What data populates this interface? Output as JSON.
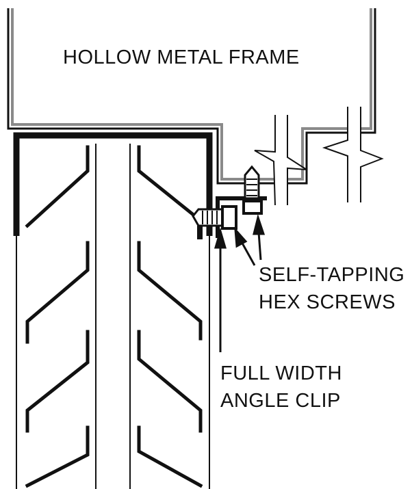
{
  "labels": {
    "frame": "HOLLOW METAL FRAME",
    "screws_line1": "SELF-TAPPING",
    "screws_line2": "HEX SCREWS",
    "clip_line1": "FULL WIDTH",
    "clip_line2": "ANGLE CLIP"
  },
  "colors": {
    "ink": "#111111",
    "frame_gray": "#8a8a8a",
    "background": "#ffffff"
  }
}
